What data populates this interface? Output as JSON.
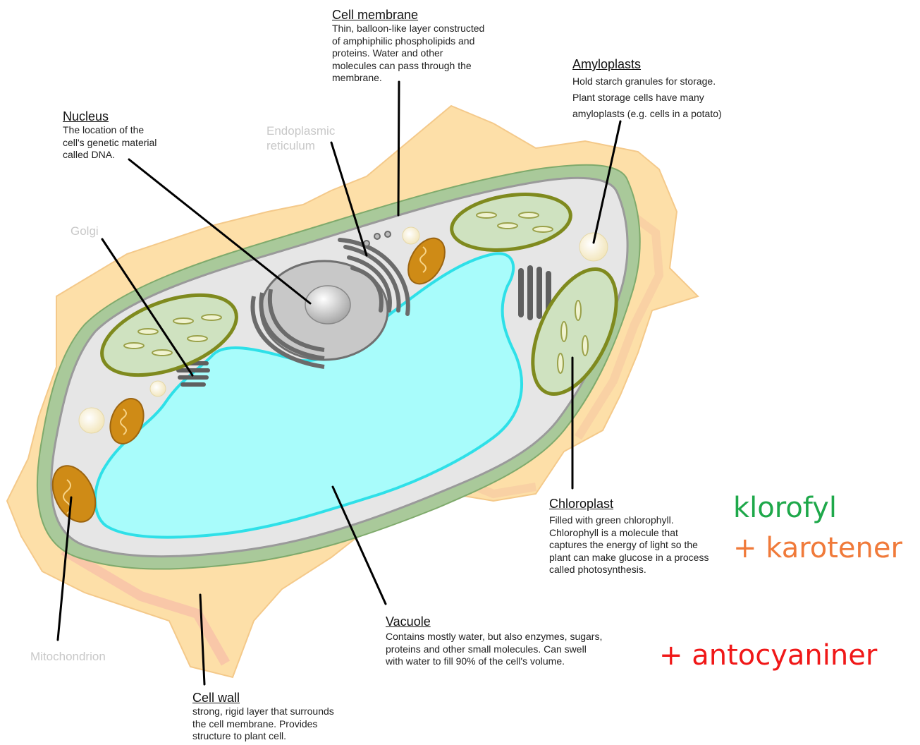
{
  "labels": {
    "cell_membrane": {
      "title": "Cell membrane",
      "lines": [
        "Thin, balloon-like layer constructed",
        "of amphiphilic phospholipids and",
        "proteins. Water and other",
        "molecules can pass through the",
        "membrane."
      ]
    },
    "amyloplasts": {
      "title": "Amyloplasts",
      "lines": [
        "Hold starch granules for storage.",
        "Plant storage cells have many",
        "amyloplasts (e.g. cells in a potato)"
      ]
    },
    "nucleus": {
      "title": "Nucleus",
      "lines": [
        "The location of the",
        "cell's genetic material",
        "called DNA."
      ]
    },
    "endoplasmic_reticulum": {
      "lines": [
        "Endoplasmic",
        "reticulum"
      ]
    },
    "golgi": {
      "text": "Golgi"
    },
    "chloroplast": {
      "title": "Chloroplast",
      "lines": [
        "Filled with green chlorophyll.",
        "Chlorophyll is a molecule that",
        "captures the energy of light so the",
        "plant can make glucose in a process",
        "called photosynthesis."
      ]
    },
    "vacuole": {
      "title": "Vacuole",
      "lines": [
        "Contains mostly water, but also enzymes, sugars,",
        "proteins and other small molecules. Can swell",
        "with water to fill 90% of the cell's volume."
      ]
    },
    "mitochondrion": {
      "text": "Mitochondrion"
    },
    "cell_wall": {
      "title": "Cell wall",
      "lines": [
        "strong, rigid layer that surrounds",
        "the cell membrane. Provides",
        "structure to plant cell."
      ]
    }
  },
  "annotations": {
    "klorofyl": "klorofyl",
    "karotener": "+ karotener",
    "antocyaniner": "+ antocyaniner"
  },
  "colors": {
    "klorofyl": "#1ea84a",
    "karotener": "#f07a3a",
    "antocyaniner": "#f01818",
    "cell_wall": "#fddfa8",
    "cytoplasm": "#e6e6e6",
    "membrane": "#a9c99a",
    "vacuole": "#a8fcfb",
    "chloroplast": "#7f8a1e",
    "mitochondrion": "#cf8b16"
  }
}
